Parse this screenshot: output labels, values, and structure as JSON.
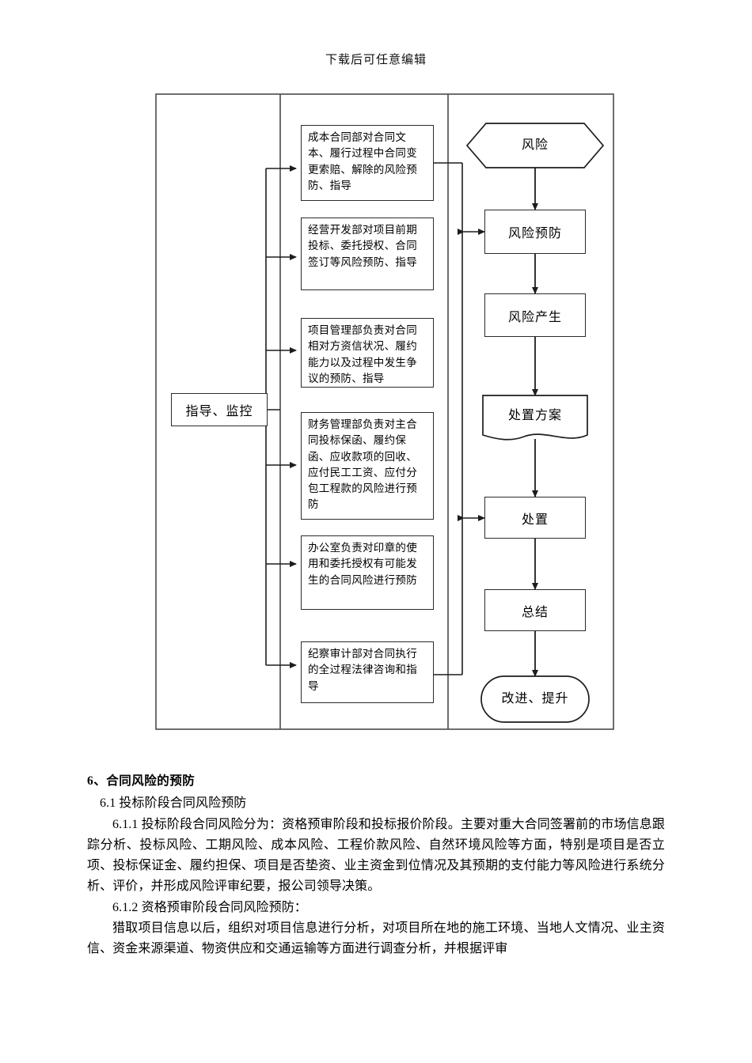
{
  "document": {
    "header_note": "下载后可任意编辑"
  },
  "diagram": {
    "left_column": {
      "label": "指导、监控"
    },
    "middle_column": {
      "boxes": [
        {
          "id": "cost-contract-dept",
          "text": "成本合同部对合同文本、履行过程中合同变更索赔、解除的风险预防、指导"
        },
        {
          "id": "business-dev-dept",
          "text": "经营开发部对项目前期投标、委托授权、合同签订等风险预防、指导"
        },
        {
          "id": "project-mgmt-dept",
          "text": "项目管理部负责对合同相对方资信状况、履约能力以及过程中发生争议的预防、指导"
        },
        {
          "id": "finance-dept",
          "text": "财务管理部负责对主合同投标保函、履约保函、应收款项的回收、应付民工工资、应付分包工程款的风险进行预防"
        },
        {
          "id": "office-dept",
          "text": "办公室负责对印章的使用和委托授权有可能发生的合同风险进行预防"
        },
        {
          "id": "discipline-audit-dept",
          "text": "纪察审计部对合同执行的全过程法律咨询和指导"
        }
      ]
    },
    "right_column": {
      "nodes": [
        {
          "id": "risk",
          "shape": "hexagon",
          "text": "风险"
        },
        {
          "id": "risk-prevention",
          "shape": "rectangle",
          "text": "风险预防"
        },
        {
          "id": "risk-occurrence",
          "shape": "rectangle",
          "text": "风险产生"
        },
        {
          "id": "disposal-plan",
          "shape": "document",
          "text": "处置方案"
        },
        {
          "id": "disposal",
          "shape": "rectangle",
          "text": "处置"
        },
        {
          "id": "summary",
          "shape": "rectangle",
          "text": "总结"
        },
        {
          "id": "improve-upgrade",
          "shape": "stadium",
          "text": "改进、提升"
        }
      ]
    }
  },
  "section": {
    "heading": "6、合同风险的预防",
    "paragraphs": [
      "6.1 投标阶段合同风险预防",
      "6.1.1 投标阶段合同风险分为：资格预审阶段和投标报价阶段。主要对重大合同签署前的市场信息跟踪分析、投标风险、工期风险、成本风险、工程价款风险、自然环境风险等方面，特别是项目是否立项、投标保证金、履约担保、项目是否垫资、业主资金到位情况及其预期的支付能力等风险进行系统分析、评价，并形成风险评审纪要，报公司领导决策。",
      "6.1.2 资格预审阶段合同风险预防：",
      "猎取项目信息以后，组织对项目信息进行分析，对项目所在地的施工环境、当地人文情况、业主资信、资金来源渠道、物资供应和交通运输等方面进行调查分析，并根据评审"
    ]
  },
  "colors": {
    "line": "#2b2b2b",
    "frame": "#4a4a4a",
    "text": "#000000",
    "background": "#ffffff"
  }
}
